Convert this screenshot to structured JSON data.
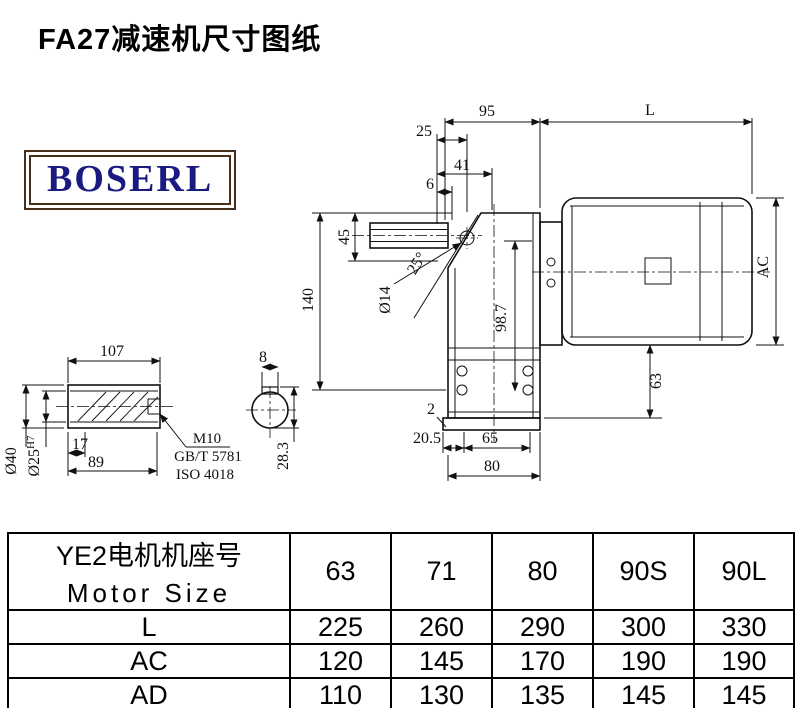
{
  "page": {
    "title": "FA27减速机尺寸图纸"
  },
  "logo": {
    "text": "BOSERL"
  },
  "colors": {
    "logo_text": "#1a1a80",
    "logo_border": "#46301c",
    "line": "#111111"
  },
  "drawing": {
    "dims": {
      "d95": "95",
      "dL": "L",
      "d25": "25",
      "d41": "41",
      "d6": "6",
      "d45": "45",
      "d140": "140",
      "dia14": "Ø14",
      "a25": "25°",
      "d98_7": "98.7",
      "dAC": "AC",
      "d63": "63",
      "d2": "2",
      "d20_5": "20.5",
      "d65": "65",
      "d80": "80",
      "d107": "107",
      "d8": "8",
      "d17": "17",
      "d89": "89",
      "dia40": "Ø40",
      "dia25": "Ø25",
      "h7": "H7",
      "m10": "M10",
      "gb": "GB/T 5781",
      "iso": "ISO 4018",
      "d28_3": "28.3"
    }
  },
  "table": {
    "header": {
      "line1": "YE2电机机座号",
      "line2": "Motor Size"
    },
    "columns": [
      "63",
      "71",
      "80",
      "90S",
      "90L"
    ],
    "rows": [
      {
        "label": "L",
        "values": [
          "225",
          "260",
          "290",
          "300",
          "330"
        ]
      },
      {
        "label": "AC",
        "values": [
          "120",
          "145",
          "170",
          "190",
          "190"
        ]
      },
      {
        "label": "AD",
        "values": [
          "110",
          "130",
          "135",
          "145",
          "145"
        ]
      }
    ]
  }
}
